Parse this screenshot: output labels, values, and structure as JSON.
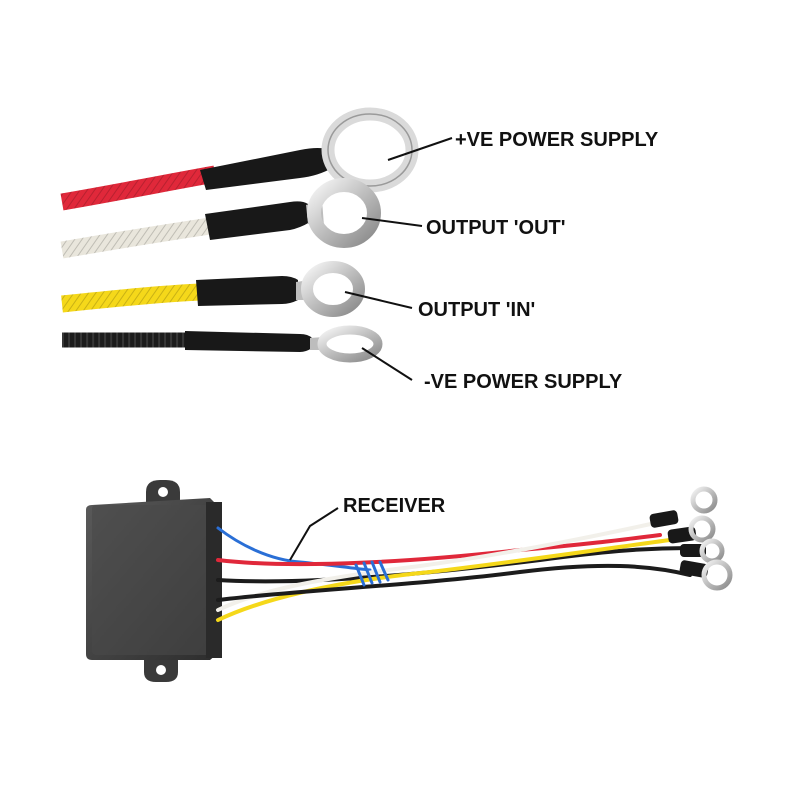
{
  "labels": {
    "pos_supply": "+VE POWER SUPPLY",
    "output_out": "OUTPUT 'OUT'",
    "output_in": "OUTPUT 'IN'",
    "neg_supply": "-VE POWER SUPPLY",
    "receiver": "RECEIVER"
  },
  "wire_colors": {
    "red": "#e0283a",
    "white": "#f2f0ea",
    "yellow": "#f5d81a",
    "black": "#1c1c1c",
    "blue": "#2a6fd6",
    "heatshrink": "#181818",
    "terminal": "#c9c9c9"
  },
  "receiver_colors": {
    "body": "#3a3a3a",
    "face": "#4a4a4a"
  }
}
